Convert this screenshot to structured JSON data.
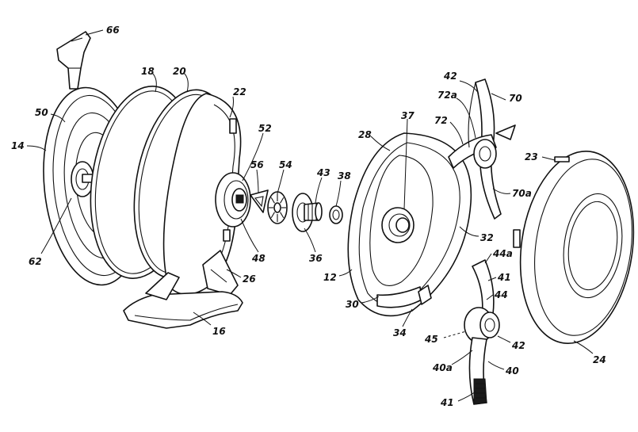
{
  "figure": {
    "callouts": [
      {
        "id": "66",
        "label": "66"
      },
      {
        "id": "18",
        "label": "18"
      },
      {
        "id": "20",
        "label": "20"
      },
      {
        "id": "50",
        "label": "50"
      },
      {
        "id": "14",
        "label": "14"
      },
      {
        "id": "22",
        "label": "22"
      },
      {
        "id": "52",
        "label": "52"
      },
      {
        "id": "56",
        "label": "56"
      },
      {
        "id": "54",
        "label": "54"
      },
      {
        "id": "43",
        "label": "43"
      },
      {
        "id": "38",
        "label": "38"
      },
      {
        "id": "37",
        "label": "37"
      },
      {
        "id": "28",
        "label": "28"
      },
      {
        "id": "42a",
        "label": "42"
      },
      {
        "id": "72a",
        "label": "72a"
      },
      {
        "id": "70",
        "label": "70"
      },
      {
        "id": "72",
        "label": "72"
      },
      {
        "id": "23",
        "label": "23"
      },
      {
        "id": "70a",
        "label": "70a"
      },
      {
        "id": "62",
        "label": "62"
      },
      {
        "id": "48",
        "label": "48"
      },
      {
        "id": "36",
        "label": "36"
      },
      {
        "id": "32",
        "label": "32"
      },
      {
        "id": "44a",
        "label": "44a"
      },
      {
        "id": "26",
        "label": "26"
      },
      {
        "id": "12",
        "label": "12"
      },
      {
        "id": "41a",
        "label": "41"
      },
      {
        "id": "44",
        "label": "44"
      },
      {
        "id": "30",
        "label": "30"
      },
      {
        "id": "34",
        "label": "34"
      },
      {
        "id": "16",
        "label": "16"
      },
      {
        "id": "45",
        "label": "45"
      },
      {
        "id": "42b",
        "label": "42"
      },
      {
        "id": "24",
        "label": "24"
      },
      {
        "id": "40a",
        "label": "40a"
      },
      {
        "id": "40",
        "label": "40"
      },
      {
        "id": "41b",
        "label": "41"
      }
    ],
    "colors": {
      "ink": "#111111",
      "paper": "#ffffff"
    }
  }
}
